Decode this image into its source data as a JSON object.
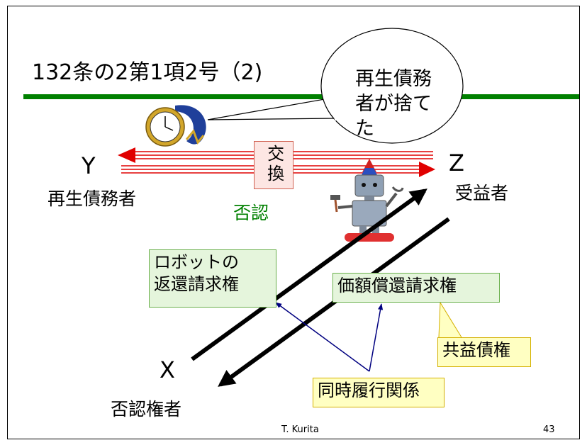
{
  "title": "132条の2第1項2号（2)",
  "speech_bubble": {
    "lines": [
      "再生債務",
      "者が捨て",
      "た"
    ]
  },
  "exchange_label": "交換",
  "parties": {
    "y_letter": "Y",
    "y_role": "再生債務者",
    "z_letter": "Z",
    "z_role": "受益者",
    "x_letter": "X",
    "x_role": "否認権者"
  },
  "denial_label": "否認",
  "boxes": {
    "robot_claim": [
      "ロボットの",
      "返還請求権"
    ],
    "value_claim": "価額償還請求権",
    "common_benefit": "共益債権",
    "simultaneous": "同時履行関係"
  },
  "footer": {
    "author": "T. Kurita",
    "page": "43"
  },
  "icons": [
    "pocket-watch-icon",
    "robot-icon"
  ],
  "colors": {
    "title_rule": "#008000",
    "exchange_arrow": "#e00000",
    "diagonal_arrows": "#000000",
    "pointer_lines": "#000080",
    "denial_text": "#008000"
  }
}
